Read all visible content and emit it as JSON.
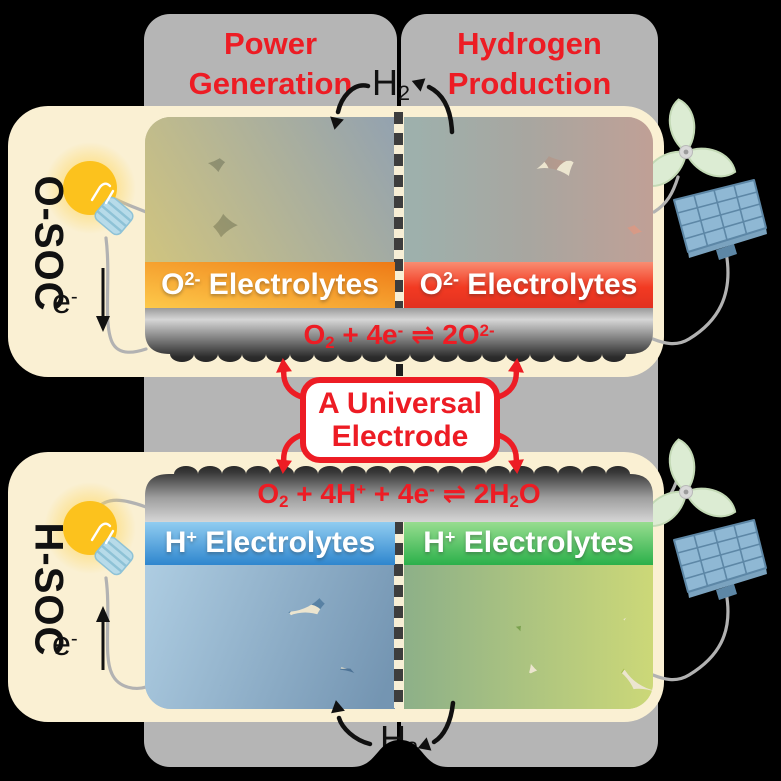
{
  "figure": {
    "title_columns": {
      "left": "Power\nGeneration",
      "right": "Hydrogen\nProduction"
    },
    "devices": {
      "osoc": "O-SOC",
      "hsoc": "H-SOC"
    },
    "callout": "A Universal\nElectrode",
    "gas": [
      {
        "t": "H"
      },
      {
        "sub": "2"
      }
    ],
    "electron": [
      {
        "t": "e"
      },
      {
        "sup": "-"
      }
    ],
    "osoc": {
      "electrolyte_left": [
        {
          "t": "O"
        },
        {
          "sup": "2-"
        },
        {
          "t": " Electrolytes"
        }
      ],
      "electrolyte_right": [
        {
          "t": "O"
        },
        {
          "sup": "2-"
        },
        {
          "t": " Electrolytes"
        }
      ],
      "reaction": [
        {
          "t": "O"
        },
        {
          "sub": "2"
        },
        {
          "t": " + 4e"
        },
        {
          "sup": "-"
        },
        {
          "t": " ⇌ 2O"
        },
        {
          "sup": "2-"
        }
      ]
    },
    "hsoc": {
      "electrolyte_left": [
        {
          "t": "H"
        },
        {
          "sup": "+"
        },
        {
          "t": " Electrolytes"
        }
      ],
      "electrolyte_right": [
        {
          "t": "H"
        },
        {
          "sup": "+"
        },
        {
          "t": " Electrolytes"
        }
      ],
      "reaction": [
        {
          "t": "O"
        },
        {
          "sub": "2"
        },
        {
          "t": " + 4H"
        },
        {
          "sup": "+"
        },
        {
          "t": " + 4e"
        },
        {
          "sup": "-"
        },
        {
          "t": " ⇌ 2H"
        },
        {
          "sub": "2"
        },
        {
          "t": "O"
        }
      ]
    },
    "colors": {
      "accent_red": "#ed1c24",
      "panel_gray": "#b5b5b5",
      "cream": "#faf0d3",
      "electrolyte_orange": "#ee7a16",
      "electrolyte_red": "#f23a22",
      "electrolyte_blue": "#2e86ce",
      "electrolyte_green": "#2bb04a",
      "electrode_dark": "#2b2b2b",
      "electrode_light": "#d6d6d6",
      "bulb_yellow": "#fcc21d",
      "turbine_green": "#dcecd3",
      "solar_panel_blue": "#8fb8d4",
      "wire_gray": "#b2b2b2"
    }
  }
}
